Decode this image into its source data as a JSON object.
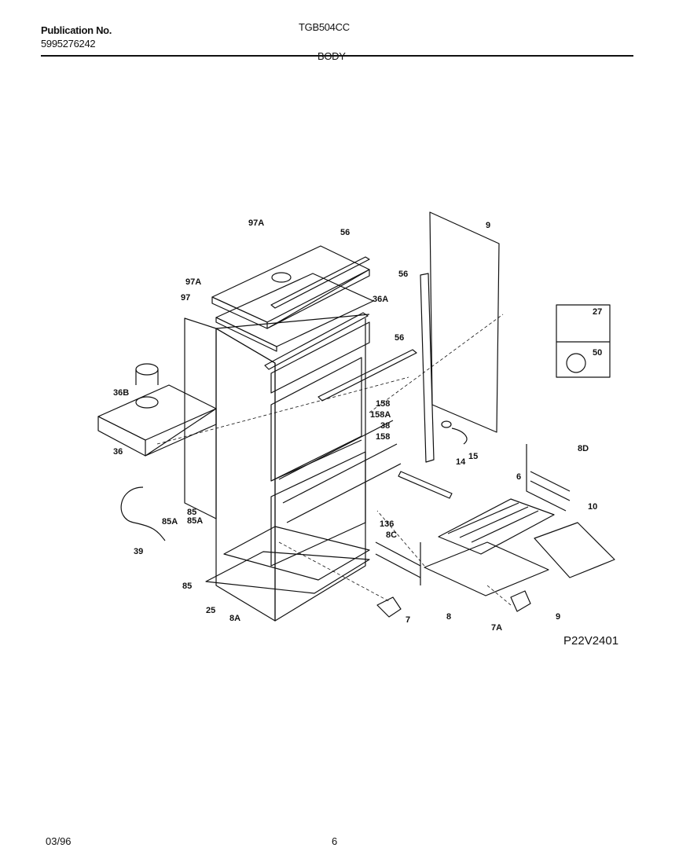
{
  "header": {
    "publication_label": "Publication No.",
    "publication_number": "5995276242",
    "model": "TGB504CC",
    "section": "BODY"
  },
  "footer": {
    "date": "03/96",
    "page": "6"
  },
  "diagram_code": "P22V2401",
  "callouts": [
    "97A",
    "56",
    "9",
    "56",
    "97A",
    "97",
    "36A",
    "56",
    "27",
    "50",
    "36B",
    "158",
    "158A",
    "38",
    "158",
    "15",
    "14",
    "36",
    "8D",
    "6",
    "10",
    "85",
    "85A",
    "85A",
    "136",
    "8C",
    "39",
    "85",
    "25",
    "8A",
    "7",
    "8",
    "7A",
    "9"
  ]
}
